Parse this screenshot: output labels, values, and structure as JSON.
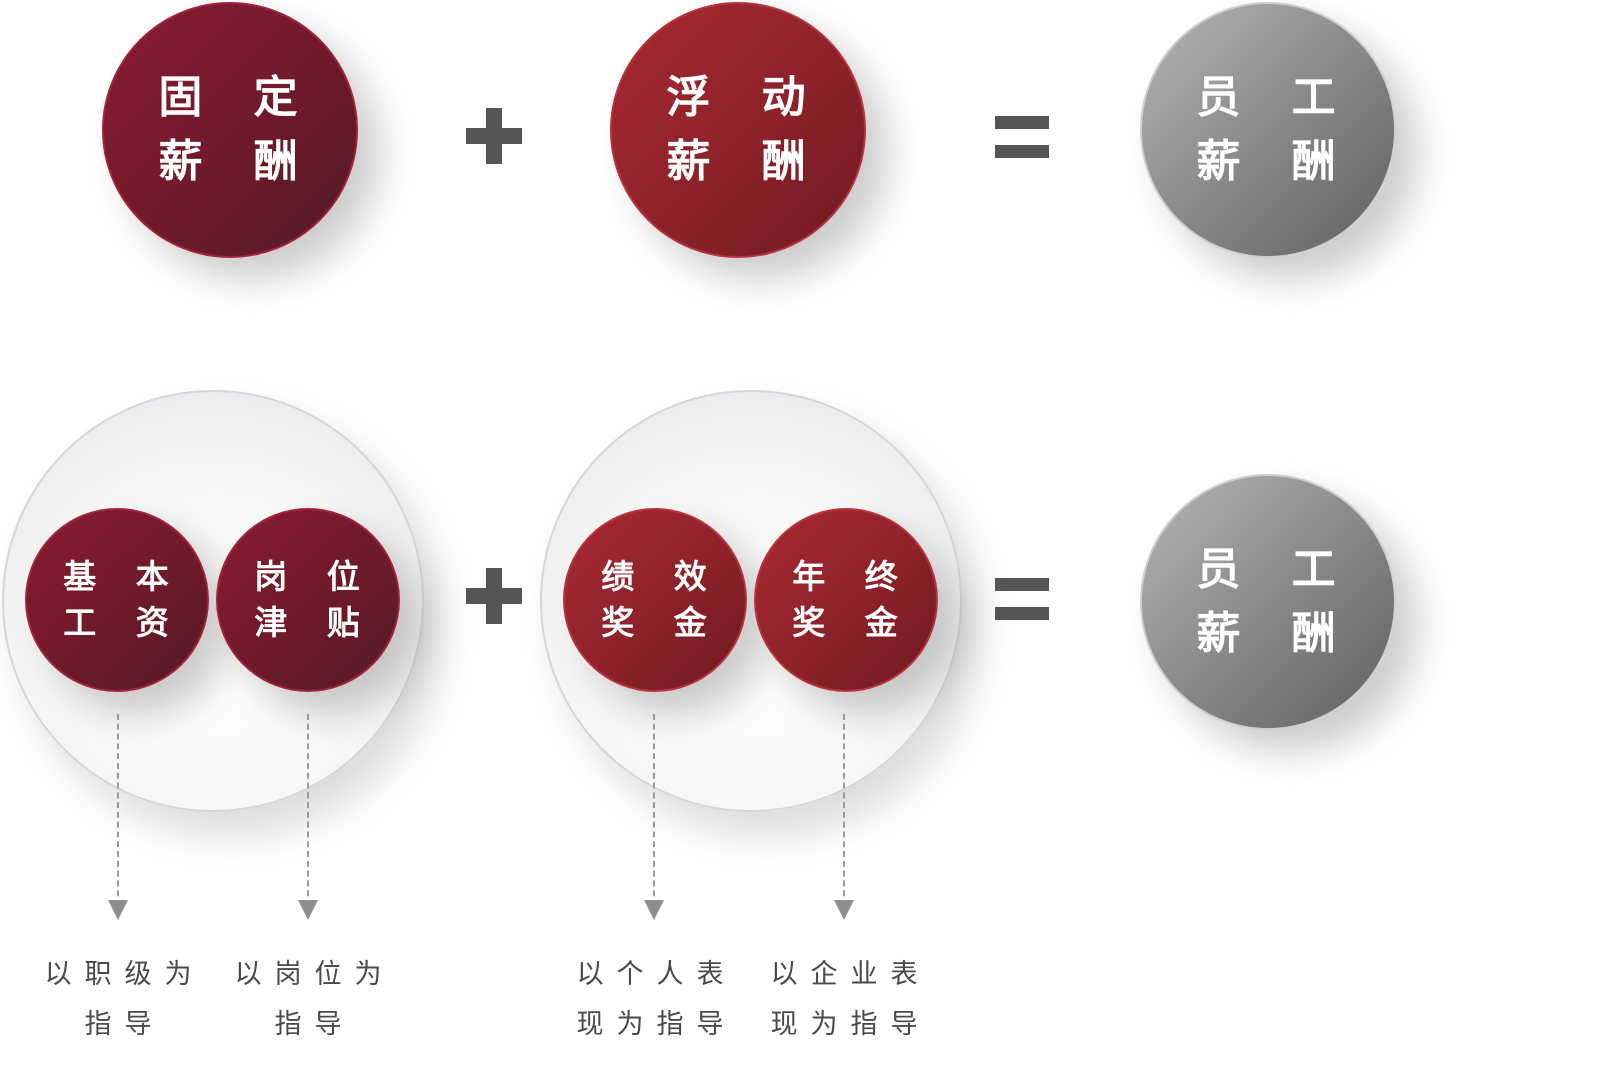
{
  "top_row": {
    "fixed_pay": [
      "固 定",
      "薪 酬"
    ],
    "plus": "+",
    "variable_pay": [
      "浮 动",
      "薪 酬"
    ],
    "equals": "=",
    "employee_pay": [
      "员 工",
      "薪 酬"
    ]
  },
  "bottom_row": {
    "basic_salary": [
      "基 本",
      "工 资"
    ],
    "position_allowance": [
      "岗 位",
      "津 贴"
    ],
    "plus": "+",
    "performance_bonus": [
      "绩 效",
      "奖 金"
    ],
    "year_end_bonus": [
      "年 终",
      "奖 金"
    ],
    "equals": "=",
    "employee_pay": [
      "员 工",
      "薪 酬"
    ]
  },
  "captions": {
    "job_grade": [
      "以职级为",
      "指导"
    ],
    "position": [
      "以岗位为",
      "指导"
    ],
    "individual": [
      "以个人表",
      "现为指导"
    ],
    "company": [
      "以企业表",
      "现为指导"
    ]
  },
  "colors": {
    "fixed_red": "#6e1a2a",
    "variable_red": "#8c2129",
    "employee_gray": "#8a8a8a",
    "operator": "#555555",
    "caption_text": "#4a4a4a"
  }
}
